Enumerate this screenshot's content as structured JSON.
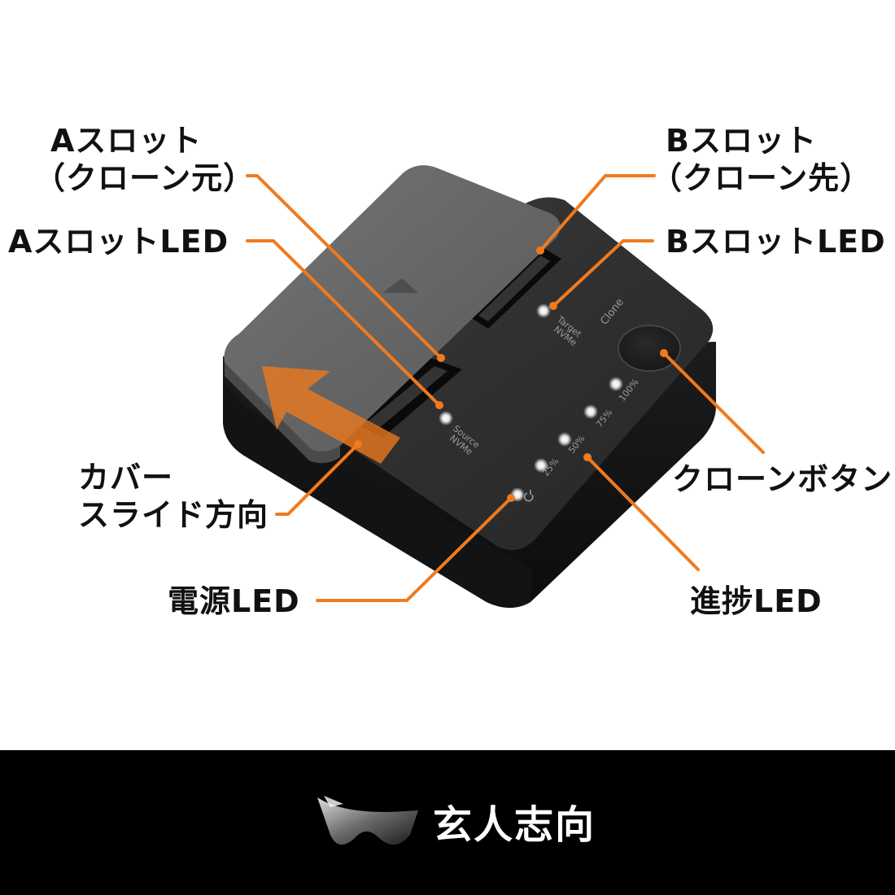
{
  "labels": {
    "a_slot": "Aスロット",
    "a_slot_sub": "（クローン元）",
    "a_slot_led": "AスロットLED",
    "b_slot": "Bスロット",
    "b_slot_sub": "（クローン先）",
    "b_slot_led": "BスロットLED",
    "cover_slide_1": "カバー",
    "cover_slide_2": "スライド方向",
    "power_led": "電源LED",
    "clone_button": "クローンボタン",
    "progress_led": "進捗LED"
  },
  "device": {
    "source_label": "Source",
    "source_sub": "NVMe",
    "target_label": "Target",
    "target_sub": "NVMe",
    "clone_label": "Clone",
    "progress_marks": [
      "25%",
      "50%",
      "75%",
      "100%"
    ],
    "power_icon": "power-icon"
  },
  "footer": {
    "brand": "玄人志向",
    "logo_icon": "visor-logo-icon"
  },
  "colors": {
    "leader": "#F07A1E",
    "arrow": "#F07A1E",
    "device_body": "#1E1E1E",
    "cover": "#6A6A6A",
    "led": "#FFFFFF",
    "footer_bg": "#000000"
  }
}
